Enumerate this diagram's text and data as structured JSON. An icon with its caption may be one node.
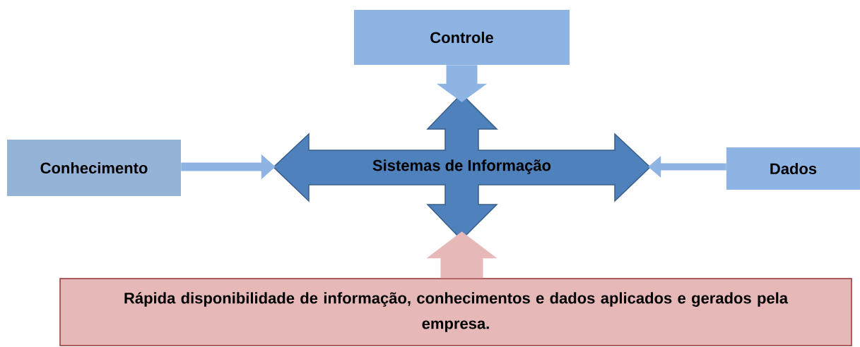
{
  "diagram": {
    "nodes": [
      {
        "text": [
          "Controle"
        ]
      },
      {
        "text": [
          "Conhecimento"
        ]
      },
      {
        "text": [
          "Sistemas de Informação"
        ]
      },
      {
        "text": [
          "Dados"
        ]
      },
      {
        "text": [
          "Rápida disponibilidade de informação, conhecimentos e dados aplicados e gerados pela empresa."
        ]
      }
    ],
    "edges": [
      {
        "from": 0,
        "to": 2,
        "arrow": "to",
        "style": "thick"
      },
      {
        "from": 1,
        "to": 2,
        "arrow": "to"
      },
      {
        "from": 3,
        "to": 2,
        "arrow": "to"
      },
      {
        "from": 4,
        "to": 2,
        "arrow": "to",
        "style": "thick",
        "color": "#e6b9b8"
      }
    ]
  }
}
